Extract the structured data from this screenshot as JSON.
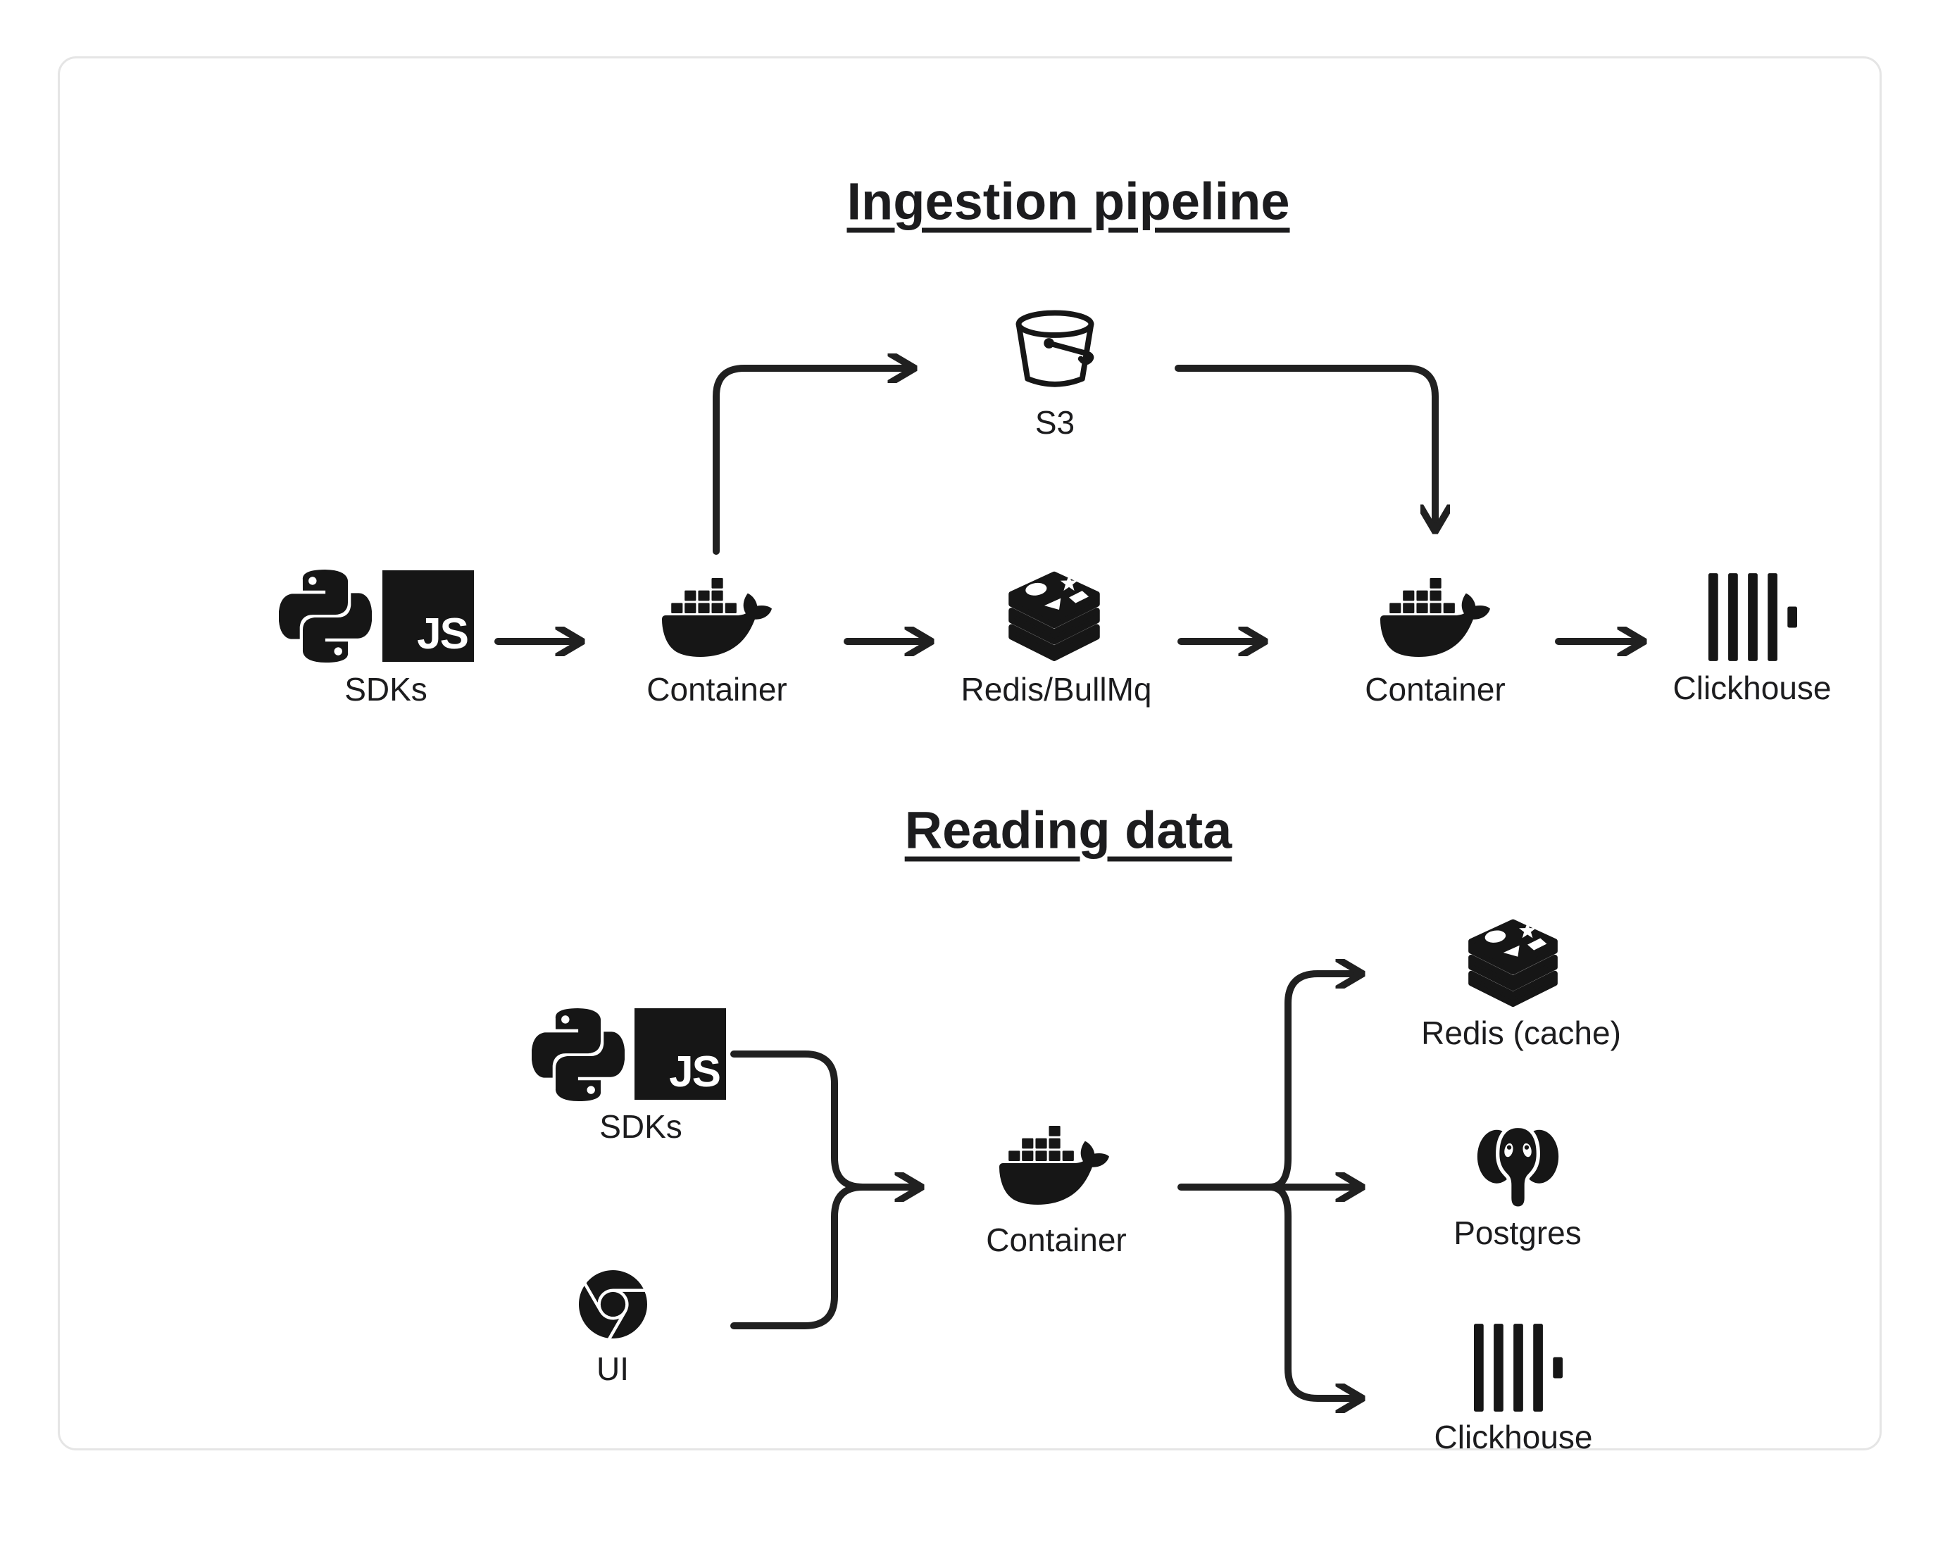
{
  "page": {
    "ingestion": {
      "title": "Ingestion pipeline",
      "nodes": {
        "sdks": "SDKs",
        "s3": "S3",
        "container_first": "Container",
        "queue": "Redis/BullMq",
        "container_second": "Container",
        "clickhouse": "Clickhouse"
      }
    },
    "reading": {
      "title": "Reading data",
      "nodes": {
        "sdks": "SDKs",
        "ui": "UI",
        "container": "Container",
        "cache": "Redis (cache)",
        "postgres": "Postgres",
        "clickhouse": "Clickhouse"
      }
    },
    "icons": {
      "js_badge_text": "JS"
    },
    "colors": {
      "ink": "#1c1c1e",
      "line": "#202020",
      "card_background": "#ffffff",
      "card_border": "#e5e5e5"
    }
  }
}
